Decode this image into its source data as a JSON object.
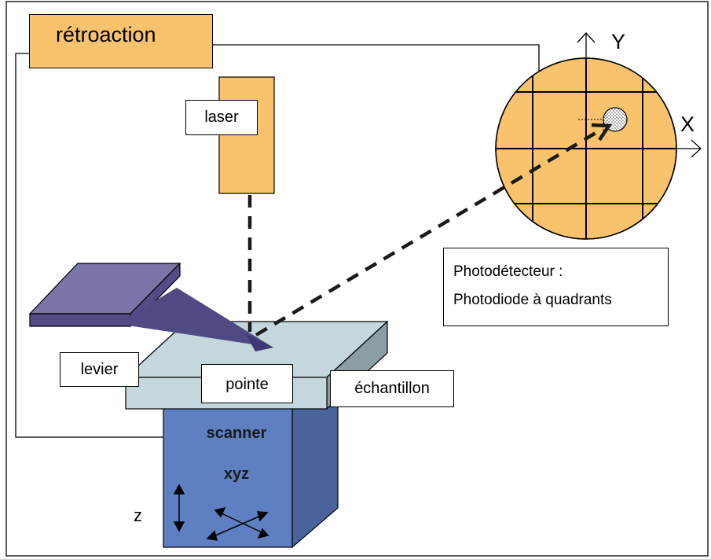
{
  "labels": {
    "feedback": "rétroaction",
    "laser": "laser",
    "photodetector_line1": "Photodétecteur :",
    "photodetector_line2": "Photodiode à quadrants",
    "cantilever": "levier",
    "tip": "pointe",
    "sample": "échantillon",
    "scanner_line1": "scanner",
    "scanner_line2": "xyz",
    "z_axis": "z",
    "x_axis": "X",
    "y_axis": "Y"
  },
  "colors": {
    "orange": "#f8c36c",
    "scanner_front": "#5e80c2",
    "scanner_side": "#4a639a",
    "sample_plate": "#c4d7dd",
    "sample_side": "#8a9ea4",
    "cantilever": "#7a75a8",
    "cantilever_dark": "#524d86",
    "stroke": "#000000"
  }
}
